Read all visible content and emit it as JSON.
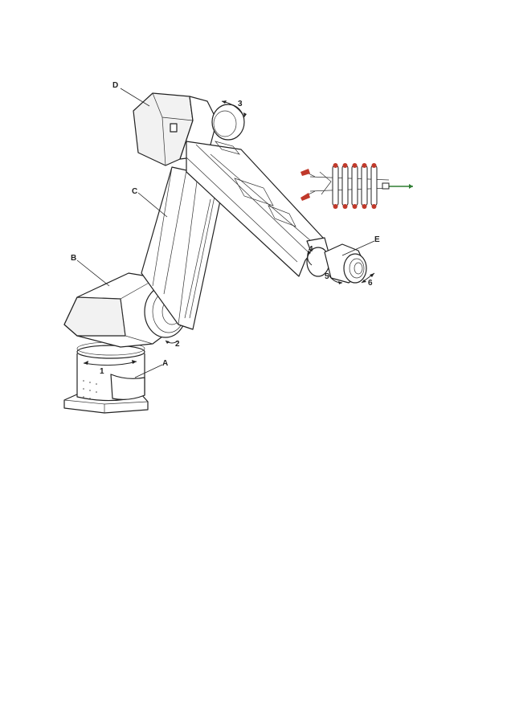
{
  "labels": {
    "base": "A",
    "shoulder": "B",
    "upper_arm": "C",
    "elbow_housing": "D",
    "wrist": "E"
  },
  "axes": {
    "axis_1": "1",
    "axis_2": "2",
    "axis_3": "3",
    "axis_4": "4",
    "axis_5": "5",
    "axis_6": "6"
  },
  "colors": {
    "line": "#222222",
    "tool_red": "#c0392b",
    "tool_green": "#2e7d32"
  }
}
